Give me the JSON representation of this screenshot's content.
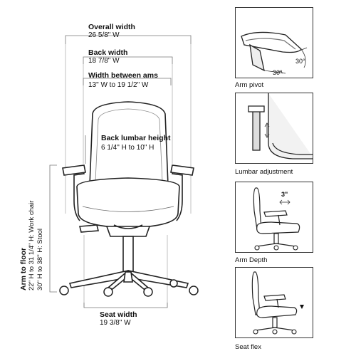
{
  "dimensions": {
    "overall_width": {
      "label": "Overall width",
      "value": "26 5/8\" W"
    },
    "back_width": {
      "label": "Back width",
      "value": "18 7/8\" W"
    },
    "width_between_arms": {
      "label": "Width between ams",
      "value": "13\" W to 19 1/2\" W"
    },
    "back_lumbar_height": {
      "label": "Back lumbar height",
      "value": "6 1/4\" H to 10\" H"
    },
    "arm_to_floor": {
      "label": "Arm to floor",
      "line1": "22\" H to 31 1/4\" H: Work chair",
      "line2": "30\" H to 38\" H: Stool"
    },
    "seat_width": {
      "label": "Seat width",
      "value": "19 3/8\" W"
    }
  },
  "panels": {
    "arm_pivot": {
      "caption": "Arm pivot",
      "angle_a": "30°",
      "angle_b": "30°"
    },
    "lumbar_adjustment": {
      "caption": "Lumbar adjustment"
    },
    "arm_depth": {
      "caption": "Arm Depth",
      "measure": "3\""
    },
    "seat_flex": {
      "caption": "Seat flex"
    }
  }
}
